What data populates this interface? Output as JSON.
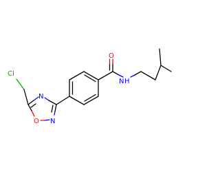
{
  "molecule": {
    "atoms": {
      "chlorine": "Cl",
      "oxadiazole_n4": "N",
      "oxadiazole_o1": "O",
      "oxadiazole_n2": "N",
      "carbonyl_oxygen": "O",
      "amide_nitrogen": "N",
      "amide_hydrogen": "H"
    },
    "colors": {
      "bond": "#000000",
      "oxygen": "#ff0000",
      "nitrogen": "#0000ff",
      "chlorine": "#00b000",
      "background": "#ffffff"
    }
  }
}
